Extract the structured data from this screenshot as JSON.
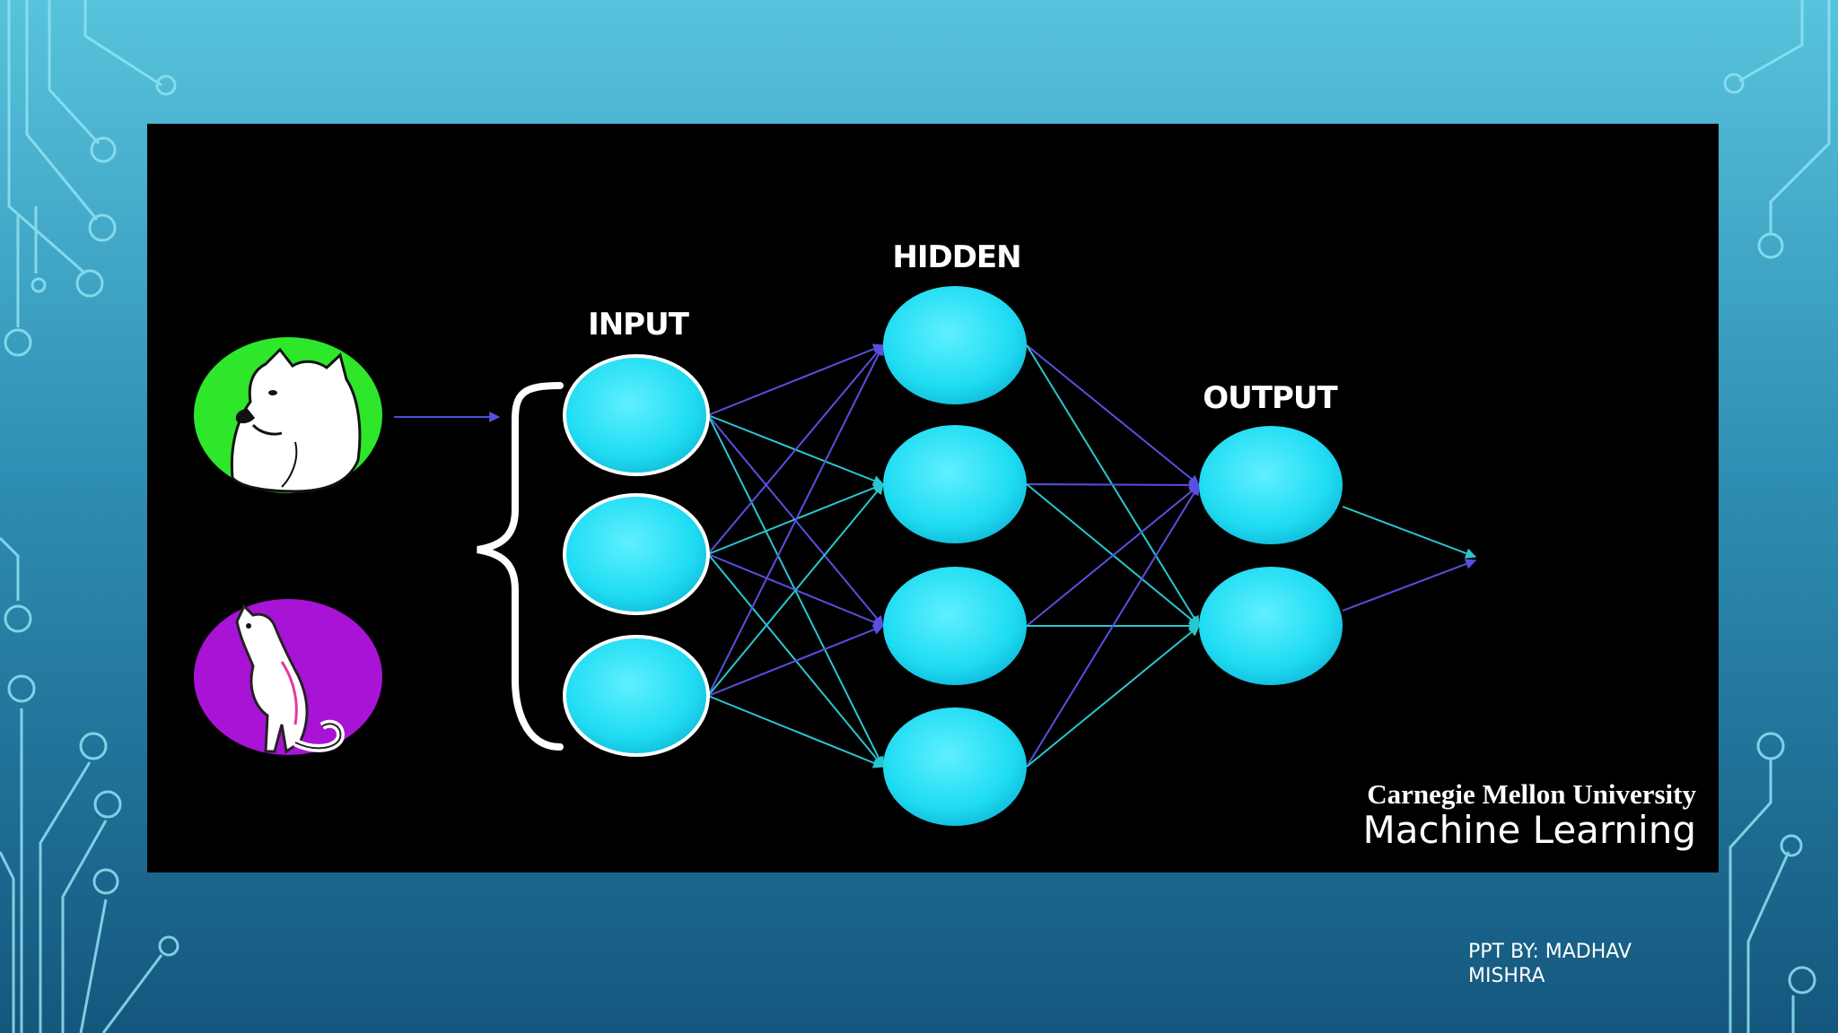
{
  "diagram": {
    "labels": {
      "input": "INPUT",
      "hidden": "HIDDEN",
      "output": "OUTPUT"
    },
    "layers": {
      "input": 3,
      "hidden": 4,
      "output": 2
    },
    "inputs": [
      "dog-icon",
      "cat-icon"
    ],
    "colors": {
      "node": "#1fdcf2",
      "dog_badge": "#2ee62a",
      "cat_badge": "#a913d6",
      "connection_a": "#5a4fe0",
      "connection_b": "#29c7cf"
    }
  },
  "branding": {
    "university": "Carnegie Mellon University",
    "program": "Machine Learning"
  },
  "footer": {
    "credit": "PPT BY: MADHAV MISHRA"
  }
}
